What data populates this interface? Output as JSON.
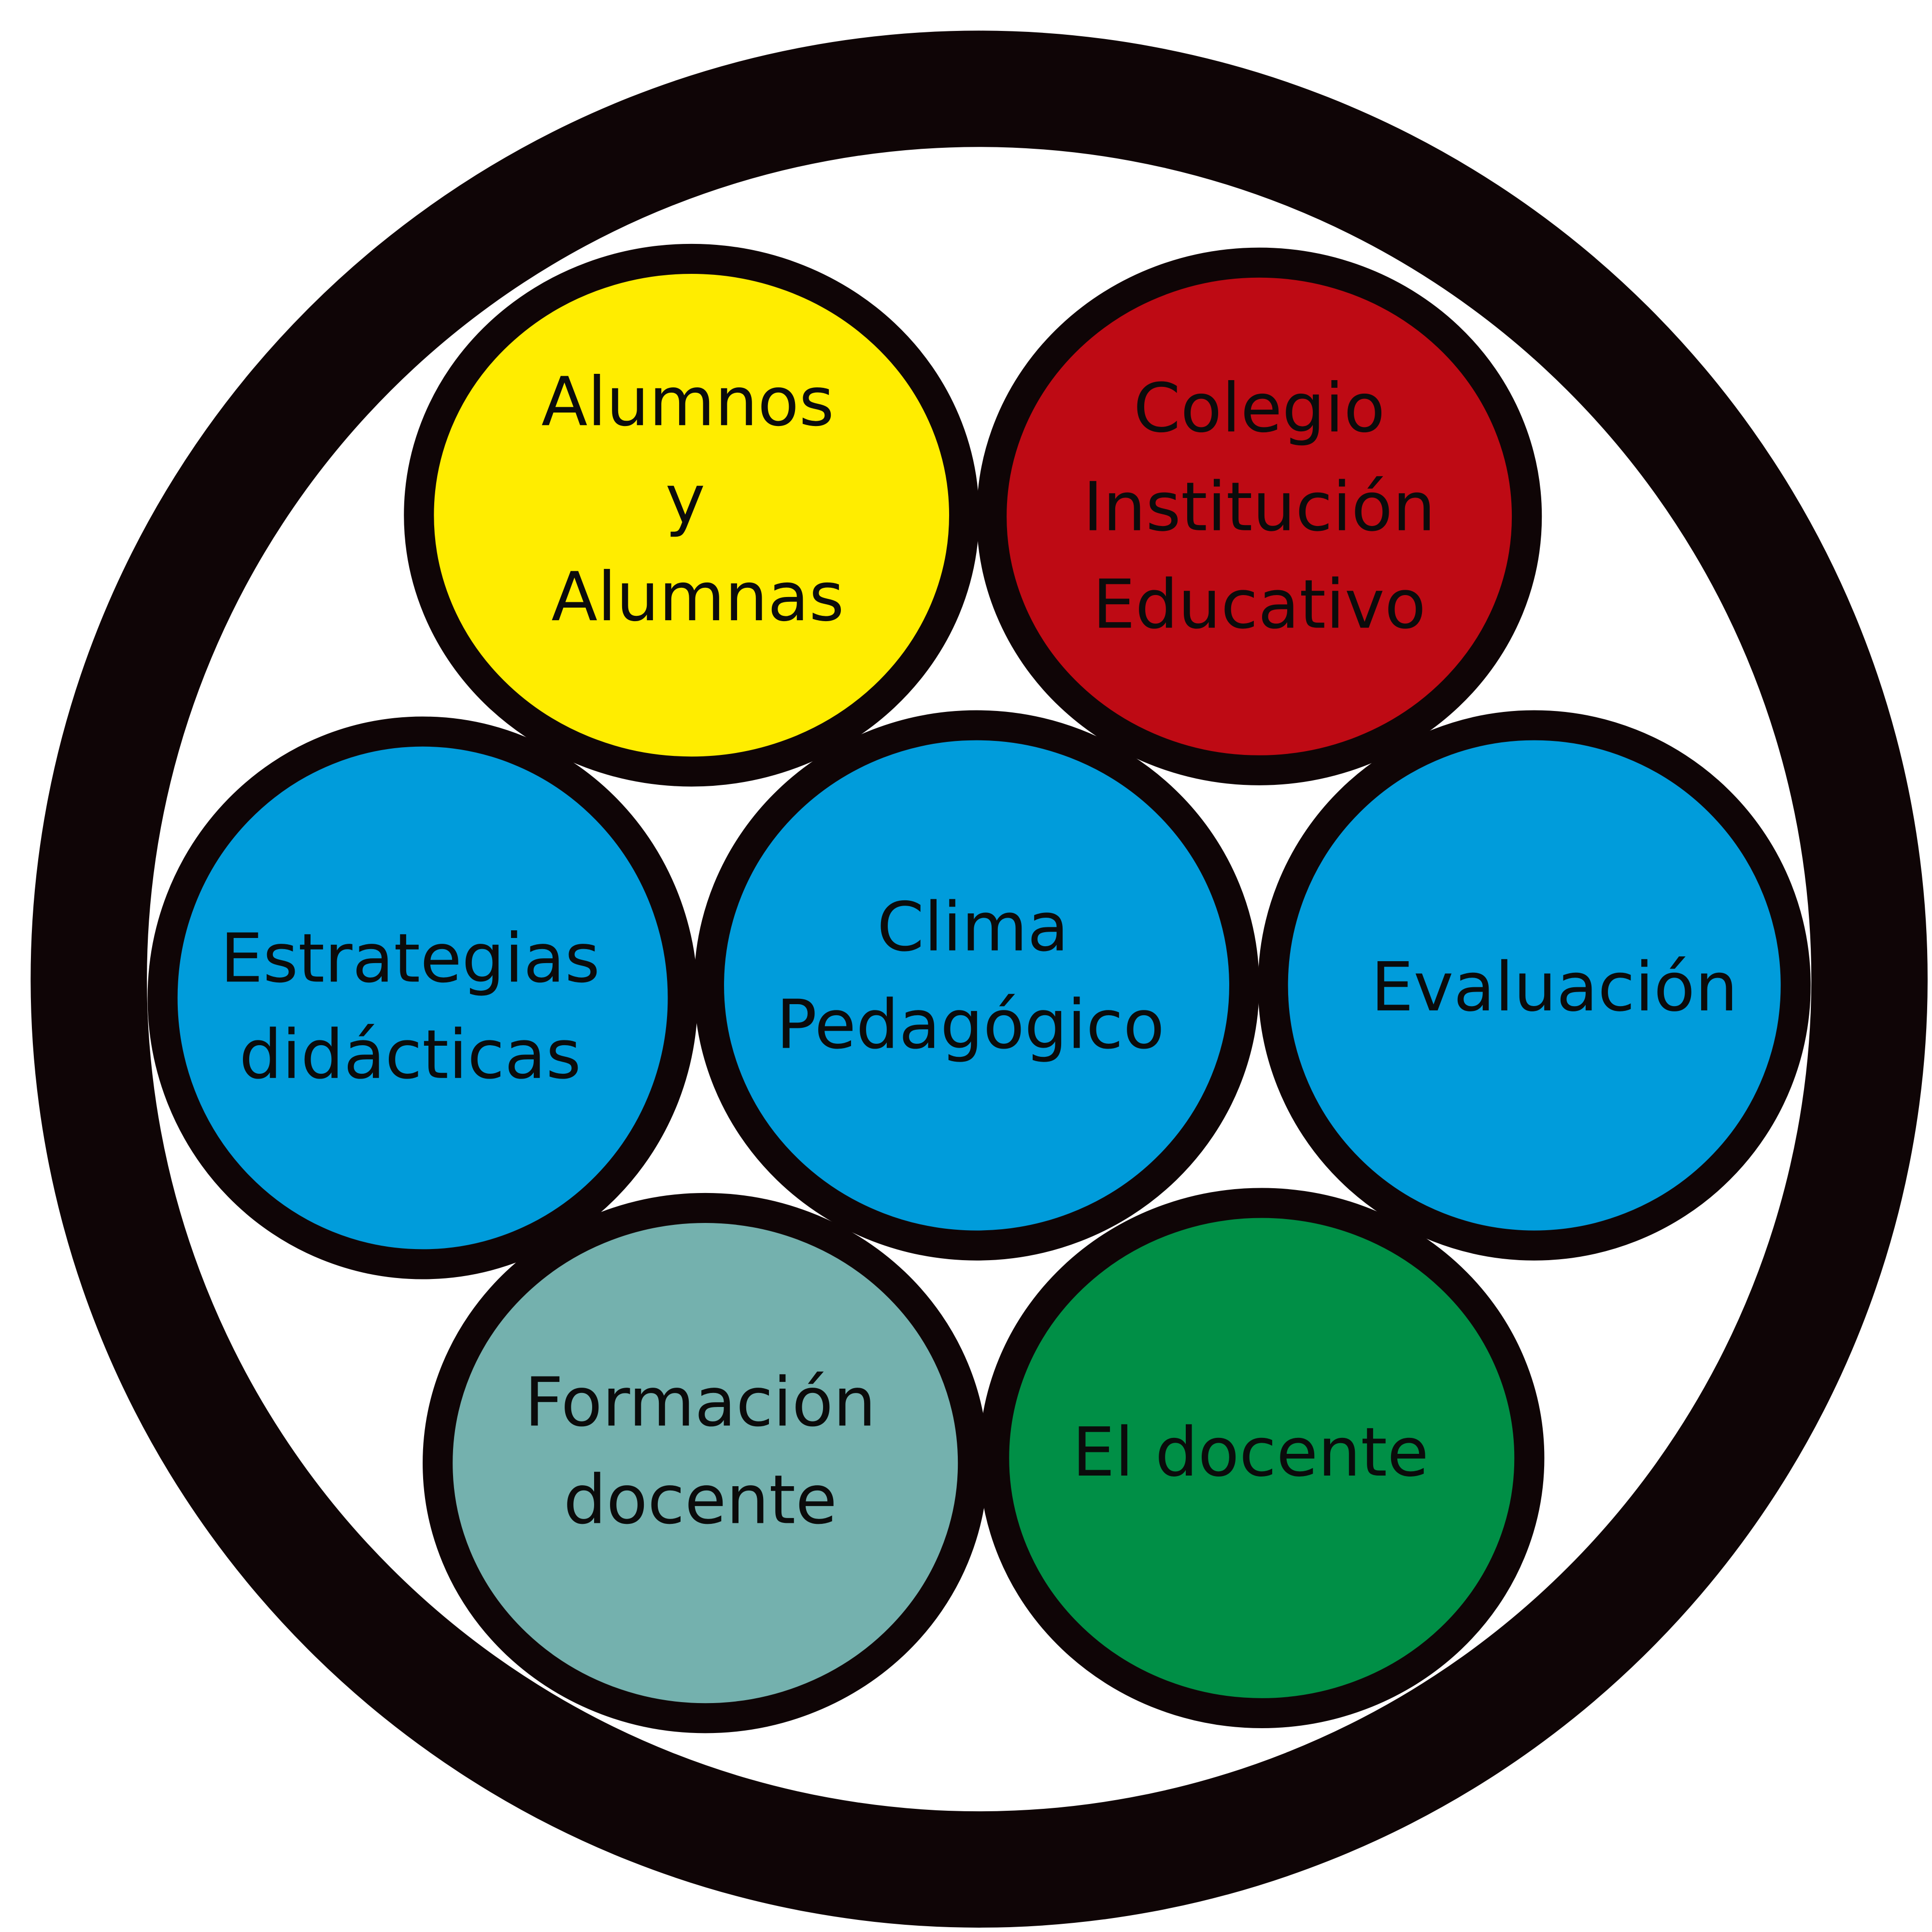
{
  "diagram": {
    "ring_color": "#0F0506",
    "nodes": [
      {
        "id": "alumnos",
        "lines": [
          "Alumnos",
          "y",
          "Alumnas"
        ],
        "color": "#FFED00"
      },
      {
        "id": "colegio",
        "lines": [
          "Colegio",
          "Institución",
          "Educativo"
        ],
        "color": "#BE0A14"
      },
      {
        "id": "estrategias",
        "lines": [
          "Estrategias",
          "didácticas"
        ],
        "color": "#009CDB"
      },
      {
        "id": "clima",
        "lines": [
          "Clima",
          "Pedagógico"
        ],
        "color": "#009CDB"
      },
      {
        "id": "evaluacion",
        "lines": [
          "Evaluación"
        ],
        "color": "#009CDB"
      },
      {
        "id": "formacion",
        "lines": [
          "Formación",
          "docente"
        ],
        "color": "#74B1AE"
      },
      {
        "id": "docente",
        "lines": [
          "El docente"
        ],
        "color": "#008F46"
      }
    ]
  }
}
